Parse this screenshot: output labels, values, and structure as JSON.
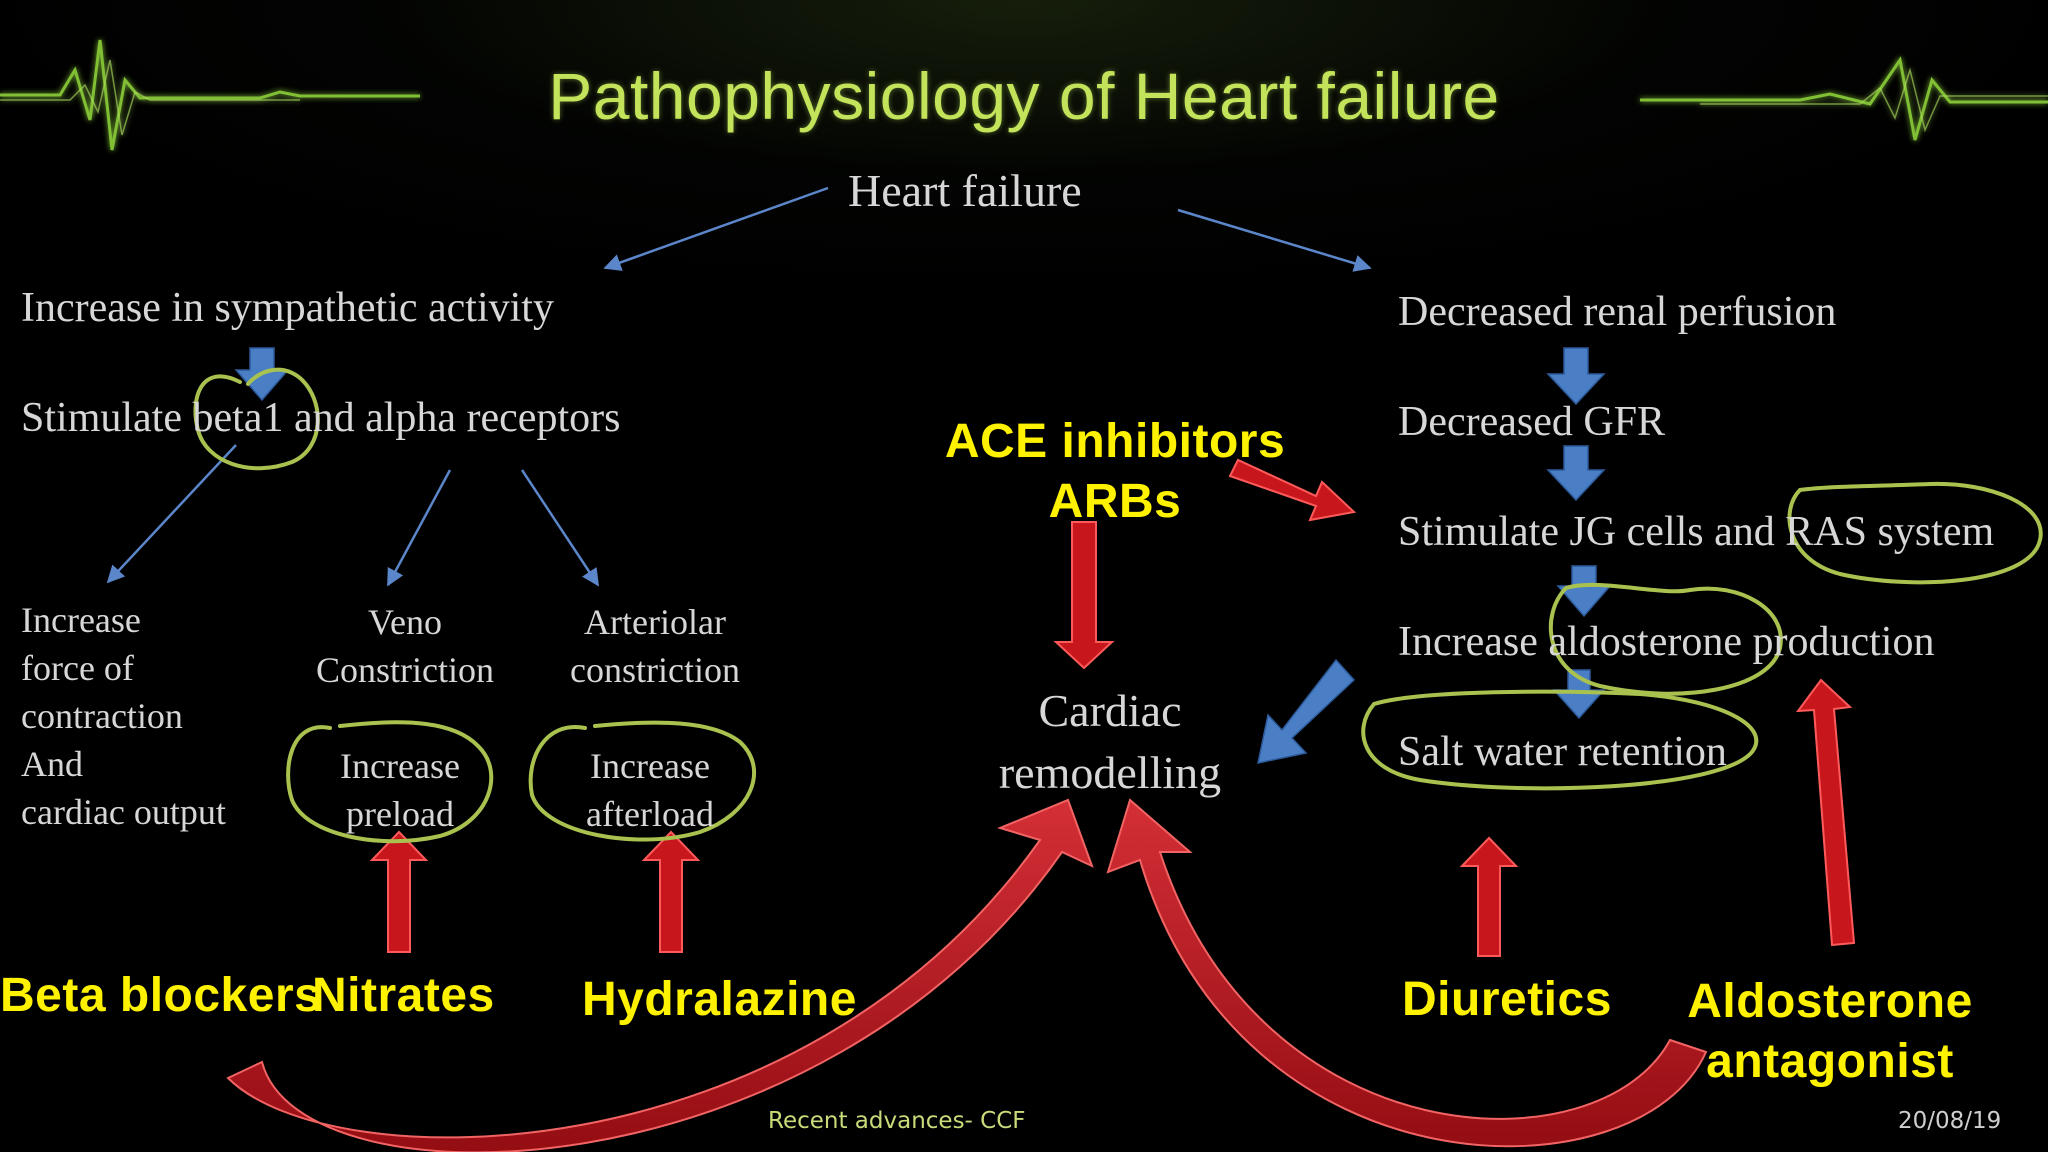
{
  "title": "Pathophysiology of Heart failure",
  "root": "Heart failure",
  "left": {
    "sympathetic": "Increase in sympathetic activity",
    "receptors": "Stimulate beta1 and alpha receptors",
    "force": [
      "Increase",
      "force of",
      "contraction",
      "And",
      "cardiac output"
    ],
    "veno": [
      "Veno",
      "Constriction"
    ],
    "arteriolar": [
      "Arteriolar",
      "constriction"
    ],
    "preload": [
      "Increase",
      "preload"
    ],
    "afterload": [
      "Increase",
      "afterload"
    ]
  },
  "right": {
    "renal": "Decreased renal perfusion",
    "gfr": "Decreased GFR",
    "jg": "Stimulate JG cells and RAS system",
    "aldosterone": "Increase aldosterone production",
    "salt": "Salt water retention"
  },
  "center": {
    "ace": [
      "ACE inhibitors",
      "ARBs"
    ],
    "remodelling": [
      "Cardiac",
      "remodelling"
    ]
  },
  "drugs": {
    "beta": "Beta blockers",
    "nitrates": "Nitrates",
    "hydralazine": "Hydralazine",
    "diuretics": "Diuretics",
    "aldosterone_antagonist": [
      "Aldosterone",
      "antagonist"
    ]
  },
  "footer": {
    "center": "Recent advances- CCF",
    "date": "20/08/19"
  },
  "colors": {
    "title": "#c3e35a",
    "drug_label": "#fff200",
    "node_text": "#d7d7d7",
    "thin_arrow": "#5b86c9",
    "block_arrow": "#4a7fc6",
    "red_arrow": "#c8161d",
    "circle": "#a9c24f"
  }
}
